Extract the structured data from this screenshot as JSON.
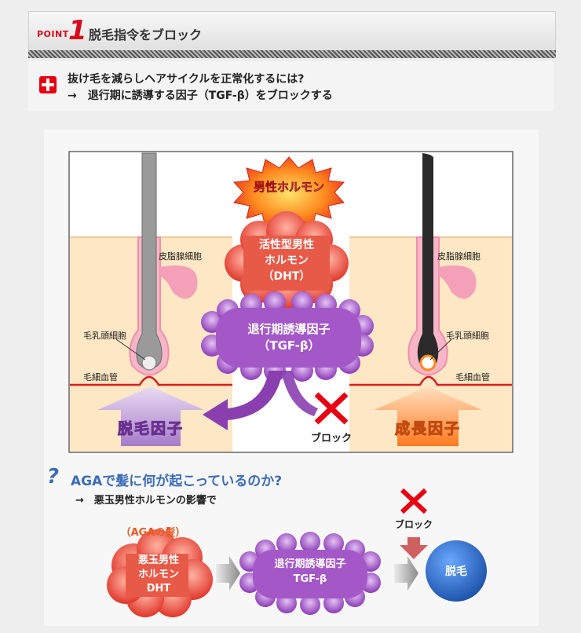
{
  "header": {
    "point_word": "POINT",
    "point_number": "1",
    "title": "脱毛指令をブロック"
  },
  "intro": {
    "line1": "抜け毛を減らしヘアサイクルを正常化するには?",
    "line2": "→　退行期に誘導する因子（TGF-β）をブロックする"
  },
  "diagram": {
    "male_hormone": "男性ホルモン",
    "dht_line1": "活性型男性",
    "dht_line2": "ホルモン",
    "dht_line3": "（DHT）",
    "tgf_line1": "退行期誘導因子",
    "tgf_line2": "（TGF-β）",
    "sebaceous_left": "皮脂腺細胞",
    "sebaceous_right": "皮脂腺細胞",
    "papilla_left": "毛乳頭細胞",
    "papilla_right": "毛乳頭細胞",
    "capillary_left": "毛細血管",
    "capillary_right": "毛細血管",
    "hair_loss_factor": "脱毛因子",
    "growth_factor": "成長因子",
    "block": "ブロック"
  },
  "aga": {
    "icon": "?",
    "title": "AGAで髪に何が起こっているのか?",
    "subtitle": "→　悪玉男性ホルモンの影響で",
    "aga_hair": "（AGAの髪）",
    "bad_hormone_line1": "悪玉男性",
    "bad_hormone_line2": "ホルモン",
    "bad_hormone_line3": "DHT",
    "tgf_line1": "退行期誘導因子",
    "tgf_line2": "TGF-β",
    "block": "ブロック",
    "hair_loss": "脱毛"
  },
  "colors": {
    "accent_red": "#e60012",
    "purple": "#8a3fb0",
    "blue": "#2e6bc0",
    "skin": "#fde7c4"
  }
}
